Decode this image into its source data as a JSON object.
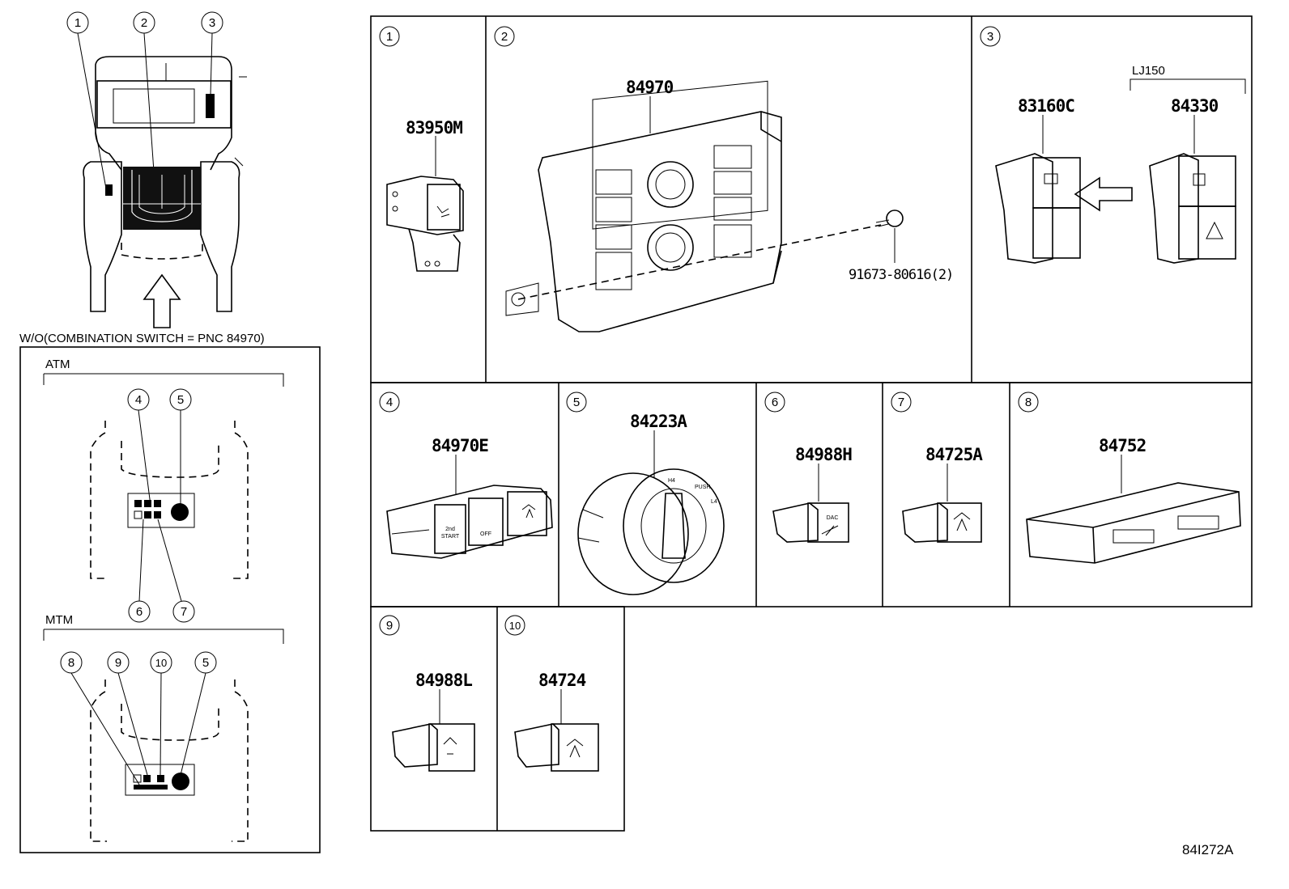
{
  "locator": {
    "callouts": [
      "1",
      "2",
      "3"
    ],
    "variant_caption": "W/O(COMBINATION SWITCH = PNC 84970)",
    "atm": {
      "label": "ATM",
      "callouts_top": [
        "4",
        "5"
      ],
      "callouts_bottom": [
        "6",
        "7"
      ]
    },
    "mtm": {
      "label": "MTM",
      "callouts": [
        "8",
        "9",
        "10",
        "5"
      ]
    }
  },
  "panels": [
    {
      "num": "1",
      "parts": [
        "83950M"
      ]
    },
    {
      "num": "2",
      "parts": [
        "84970",
        "91673-80616(2)"
      ]
    },
    {
      "num": "3",
      "group_label": "LJ150",
      "parts": [
        "83160C",
        "84330"
      ]
    },
    {
      "num": "4",
      "parts": [
        "84970E"
      ]
    },
    {
      "num": "5",
      "parts": [
        "84223A"
      ]
    },
    {
      "num": "6",
      "parts": [
        "84988H"
      ]
    },
    {
      "num": "7",
      "parts": [
        "84725A"
      ]
    },
    {
      "num": "8",
      "parts": [
        "84752"
      ]
    },
    {
      "num": "9",
      "parts": [
        "84988L"
      ]
    },
    {
      "num": "10",
      "parts": [
        "84724"
      ]
    }
  ],
  "switch_text": {
    "twod_start_1": "2nd",
    "twod_start_2": "START",
    "off": "OFF",
    "dac": "DAC",
    "knob_push": "PUSH",
    "knob_h4": "H4",
    "knob_l4": "L4"
  },
  "figure_id": "84I272A"
}
